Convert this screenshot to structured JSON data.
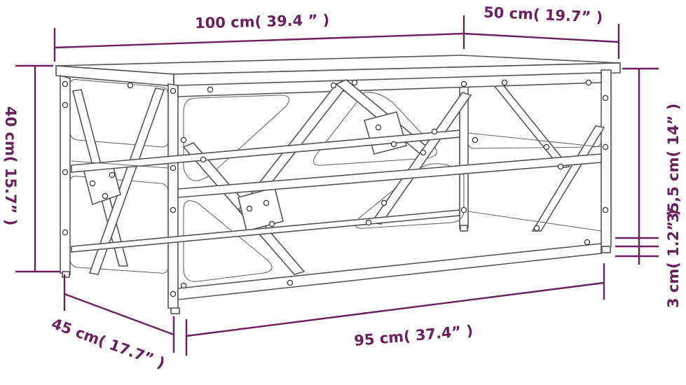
{
  "dimensions": {
    "top_width": "100 cm( 39.4 ” )",
    "top_depth": "50 cm( 19.7”  )",
    "height": "40 cm( 15.7”  )",
    "inner_height": "35,5 cm( 14”  )",
    "foot_height": "3 cm( 1.2”  )",
    "bottom_depth": "45 cm( 17.7”  )",
    "bottom_width": "95 cm( 37.4”  )"
  },
  "colors": {
    "dimension": "#6b1f5e",
    "frame": "#555555"
  }
}
